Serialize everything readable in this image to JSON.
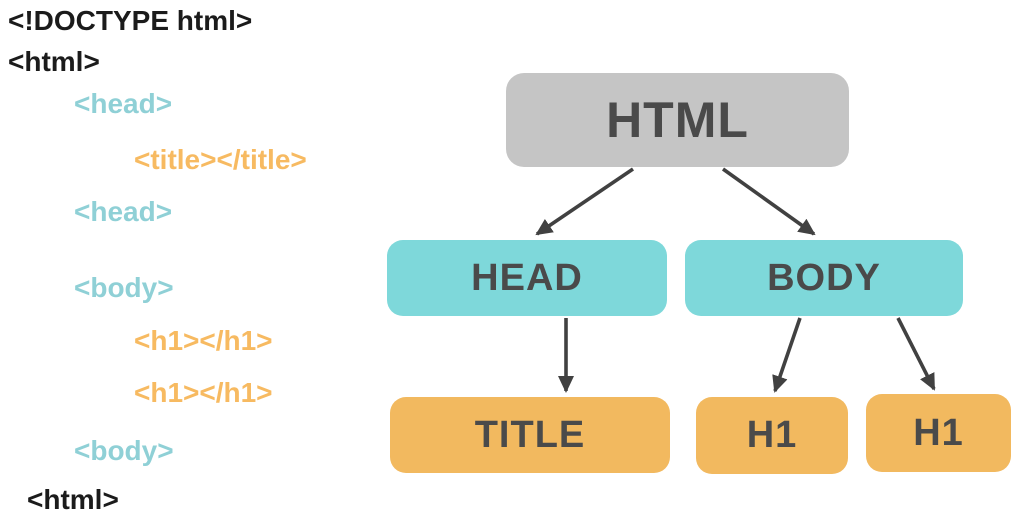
{
  "palette": {
    "box_gray": "#c5c5c5",
    "box_teal": "#7ed8da",
    "box_orange": "#f2b95f",
    "box_text": "#4a4a4a",
    "arrow": "#414141",
    "code_dark": "#1b1b1b",
    "code_teal": "#8fd0d6",
    "code_orange": "#f7ba61"
  },
  "code": {
    "lines": [
      {
        "text": "<!DOCTYPE html>",
        "color": "dark"
      },
      {
        "text": "<html>",
        "color": "dark"
      },
      {
        "text": "<head>",
        "color": "teal"
      },
      {
        "text": "<title></title>",
        "color": "orange"
      },
      {
        "text": "<head>",
        "color": "teal"
      },
      {
        "text": "<body>",
        "color": "teal"
      },
      {
        "text": "<h1></h1>",
        "color": "orange"
      },
      {
        "text": "<h1></h1>",
        "color": "orange"
      },
      {
        "text": "<body>",
        "color": "teal"
      },
      {
        "text": "<html>",
        "color": "dark"
      }
    ]
  },
  "diagram": {
    "nodes": {
      "html": {
        "label": "HTML"
      },
      "head": {
        "label": "HEAD"
      },
      "body": {
        "label": "BODY"
      },
      "title": {
        "label": "TITLE"
      },
      "h1_left": {
        "label": "H1"
      },
      "h1_right": {
        "label": "H1"
      }
    },
    "edges": [
      {
        "from": "html",
        "to": "head"
      },
      {
        "from": "html",
        "to": "body"
      },
      {
        "from": "head",
        "to": "title"
      },
      {
        "from": "body",
        "to": "h1_left"
      },
      {
        "from": "body",
        "to": "h1_right"
      }
    ]
  }
}
